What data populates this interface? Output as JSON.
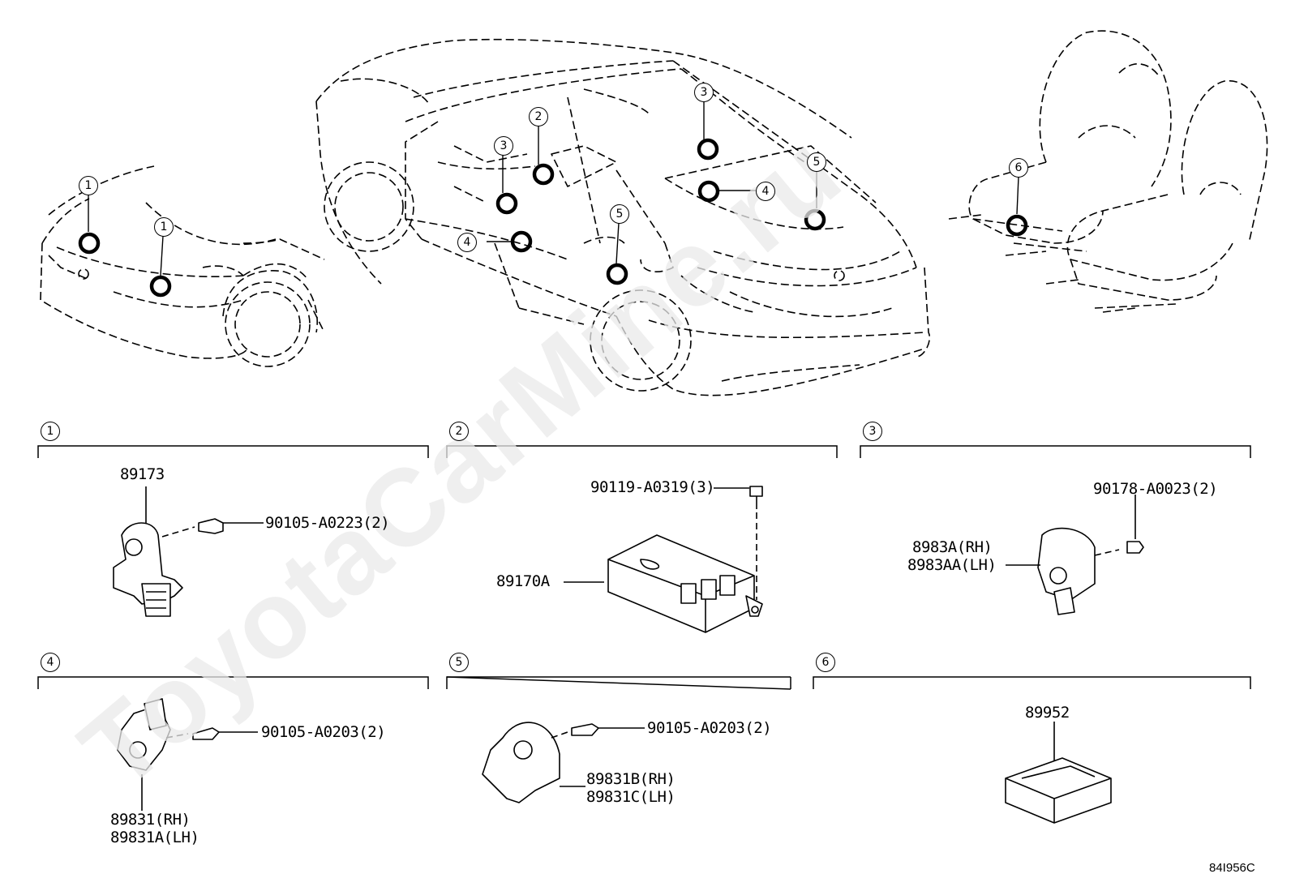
{
  "watermark": "ToyotaCarMine.ru",
  "doc_id": "84I956C",
  "location_callouts": [
    "1",
    "1",
    "2",
    "3",
    "3",
    "4",
    "4",
    "5",
    "5",
    "6"
  ],
  "sections": [
    {
      "num": "1",
      "parts": [
        "89173",
        "90105-A0223(2)"
      ]
    },
    {
      "num": "2",
      "parts": [
        "90119-A0319(3)",
        "89170A"
      ]
    },
    {
      "num": "3",
      "parts": [
        "90178-A0023(2)",
        "8983A(RH)",
        "8983AA(LH)"
      ]
    },
    {
      "num": "4",
      "parts": [
        "90105-A0203(2)",
        "89831(RH)",
        "89831A(LH)"
      ]
    },
    {
      "num": "5",
      "parts": [
        "90105-A0203(2)",
        "89831B(RH)",
        "89831C(LH)"
      ]
    },
    {
      "num": "6",
      "parts": [
        "89952"
      ]
    }
  ]
}
